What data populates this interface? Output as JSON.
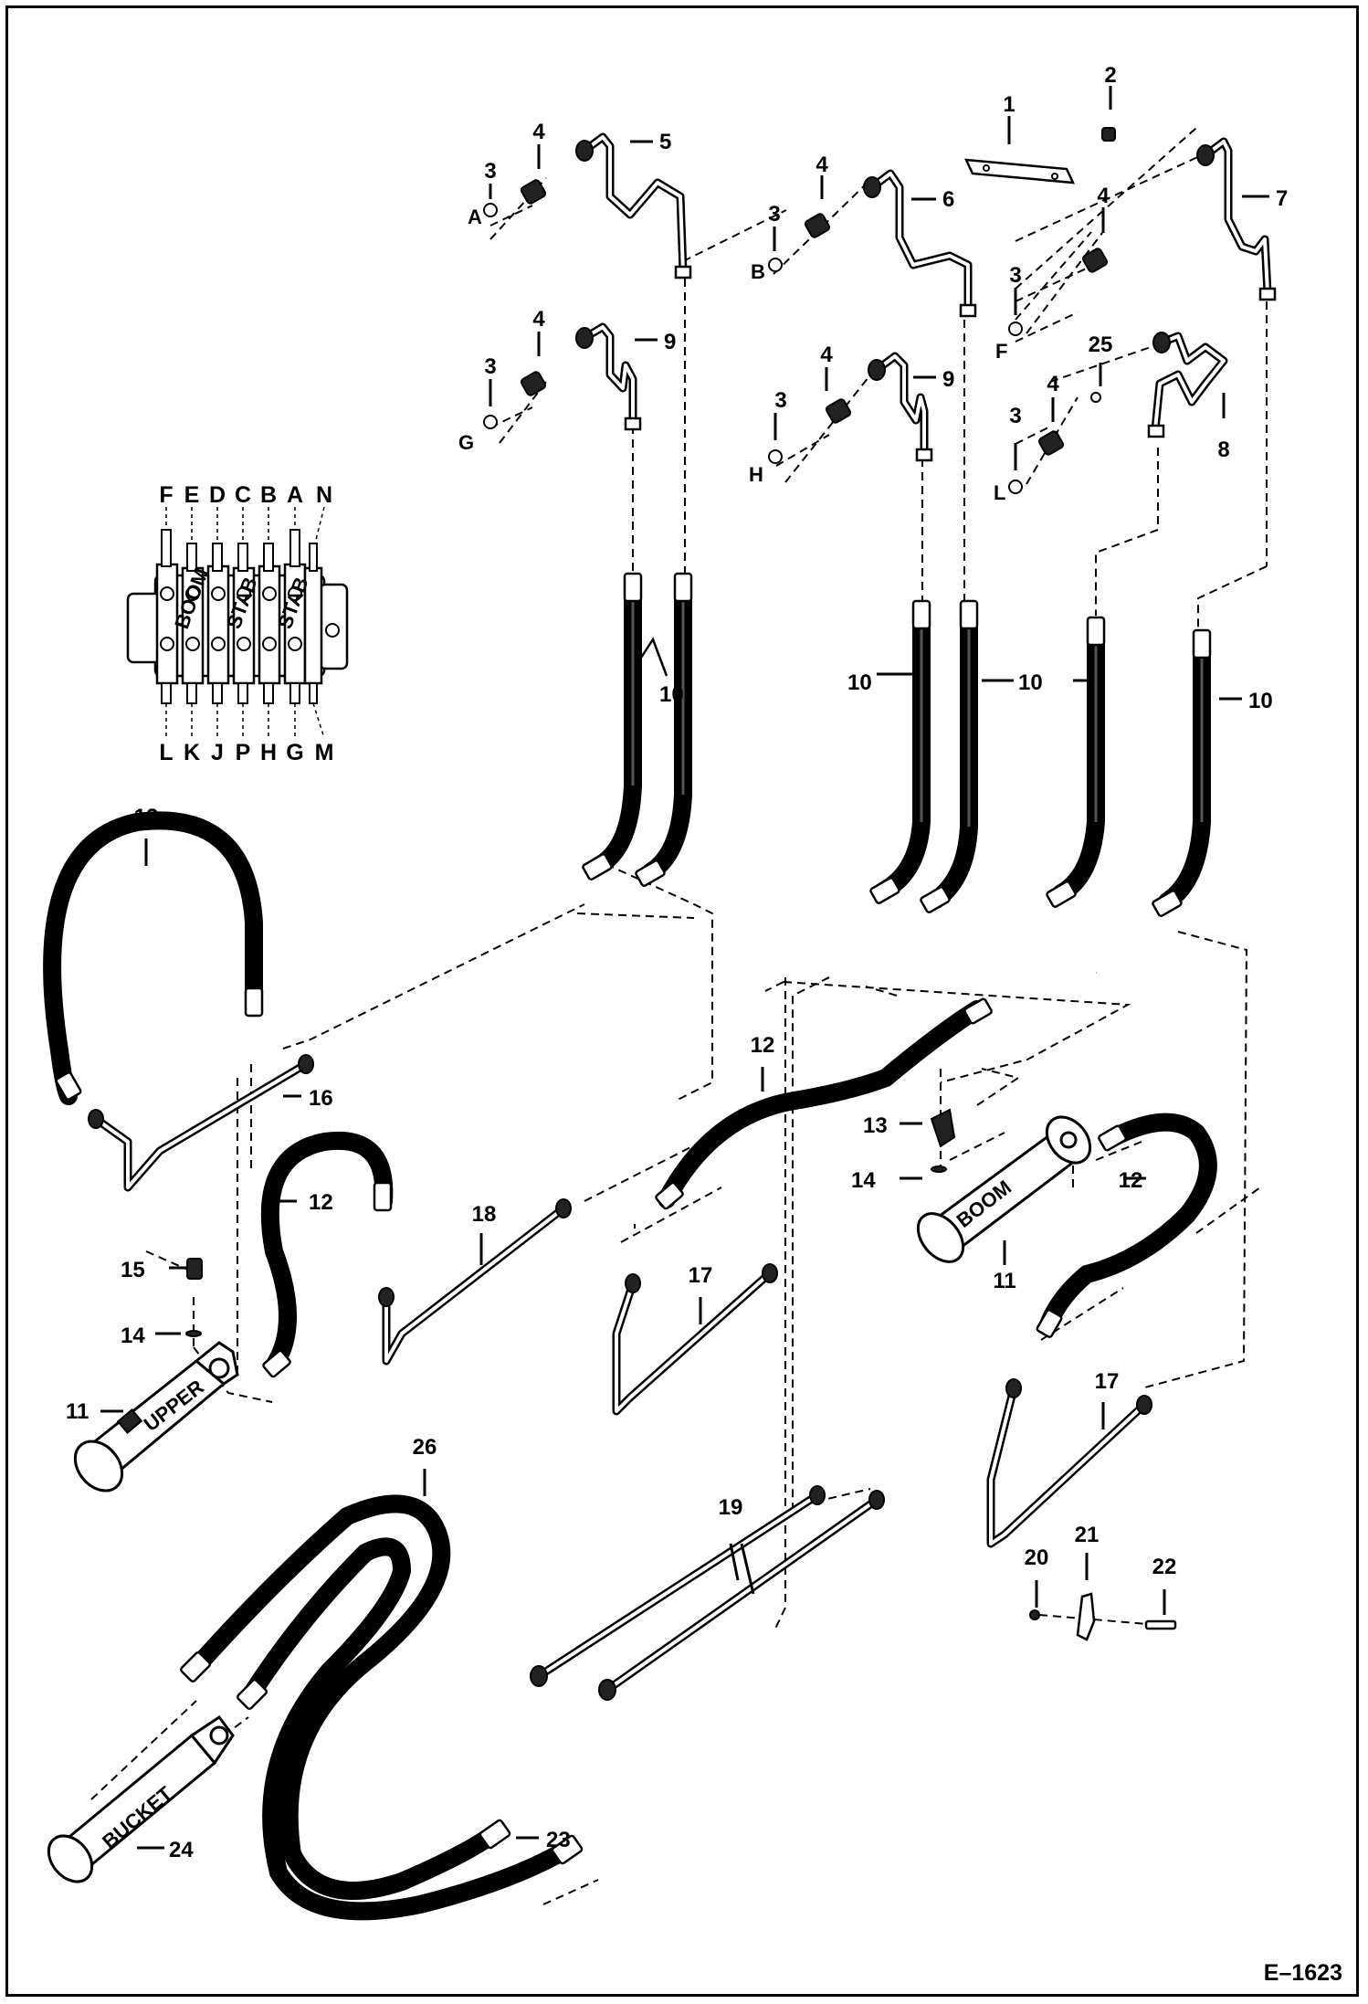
{
  "diagram_id": "E–1623",
  "valve_ports_top": [
    "F",
    "E",
    "D",
    "C",
    "B",
    "A",
    "N"
  ],
  "valve_ports_bottom": [
    "L",
    "K",
    "J",
    "P",
    "H",
    "G",
    "M"
  ],
  "valve_spool_labels": [
    "BOOM",
    "STAB",
    "STAB"
  ],
  "port_letters": {
    "a": "A",
    "b": "B",
    "f": "F",
    "g": "G",
    "h": "H",
    "l": "L"
  },
  "cylinder_labels": {
    "upper": "UPPER",
    "boom": "BOOM",
    "bucket": "BUCKET"
  },
  "callouts": {
    "c1": "1",
    "c2": "2",
    "c3a": "3",
    "c3b": "3",
    "c3c": "3",
    "c3d": "3",
    "c3e": "3",
    "c3f": "3",
    "c4a": "4",
    "c4b": "4",
    "c4c": "4",
    "c4d": "4",
    "c4e": "4",
    "c4f": "4",
    "c5": "5",
    "c6": "6",
    "c7": "7",
    "c8": "8",
    "c9a": "9",
    "c9b": "9",
    "c10a": "10",
    "c10b": "10",
    "c10c": "10",
    "c10d": "10",
    "c11a": "11",
    "c11b": "11",
    "c12a": "12",
    "c12b": "12",
    "c12c": "12",
    "c12d": "12",
    "c13": "13",
    "c14a": "14",
    "c14b": "14",
    "c15": "15",
    "c16": "16",
    "c17a": "17",
    "c17b": "17",
    "c18": "18",
    "c19": "19",
    "c20": "20",
    "c21": "21",
    "c22": "22",
    "c23": "23",
    "c24": "24",
    "c25": "25",
    "c26": "26"
  }
}
